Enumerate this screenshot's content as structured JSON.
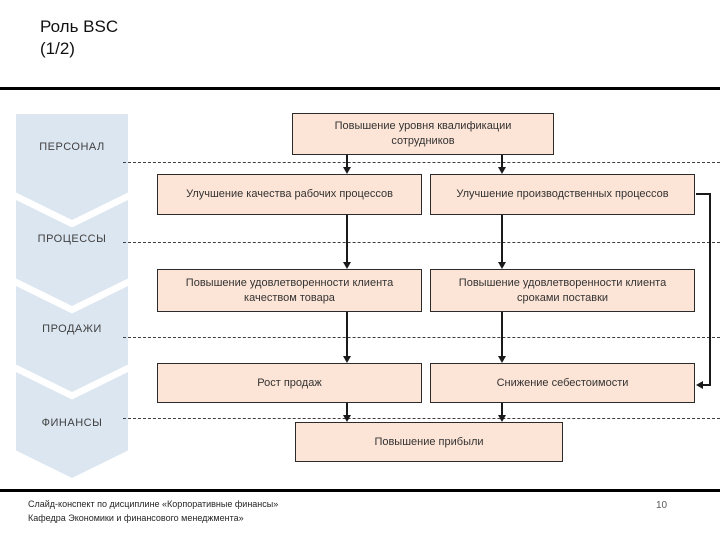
{
  "slide": {
    "title_line1": "Роль BSC",
    "title_line2": "(1/2)",
    "page_number": "10",
    "footer": {
      "line1": "Слайд-конспект по дисциплине «Корпоративные финансы»",
      "line2": "Кафедра Экономики и финансового менеджмента»"
    }
  },
  "perspectives": [
    {
      "label": "ПЕРСОНАЛ"
    },
    {
      "label": "ПРОЦЕССЫ"
    },
    {
      "label": "ПРОДАЖИ"
    },
    {
      "label": "ФИНАНСЫ"
    }
  ],
  "diagram": {
    "nodes": {
      "personnel_top": "Повышение уровня квалификации сотрудников",
      "process_left": "Улучшение качества рабочих процессов",
      "process_right": "Улучшение производственных процессов",
      "sales_left": "Повышение удовлетворенности клиента качеством товара",
      "sales_right": "Повышение удовлетворенности клиента сроками поставки",
      "finance_left": "Рост продаж",
      "finance_right": "Снижение себестоимости",
      "finance_bottom": "Повышение прибыли"
    }
  },
  "colors": {
    "chevron_fill": "#dce6f1",
    "node_fill": "#fce4d6",
    "node_border": "#2b2b2b",
    "connector": "#1a1a1a"
  }
}
